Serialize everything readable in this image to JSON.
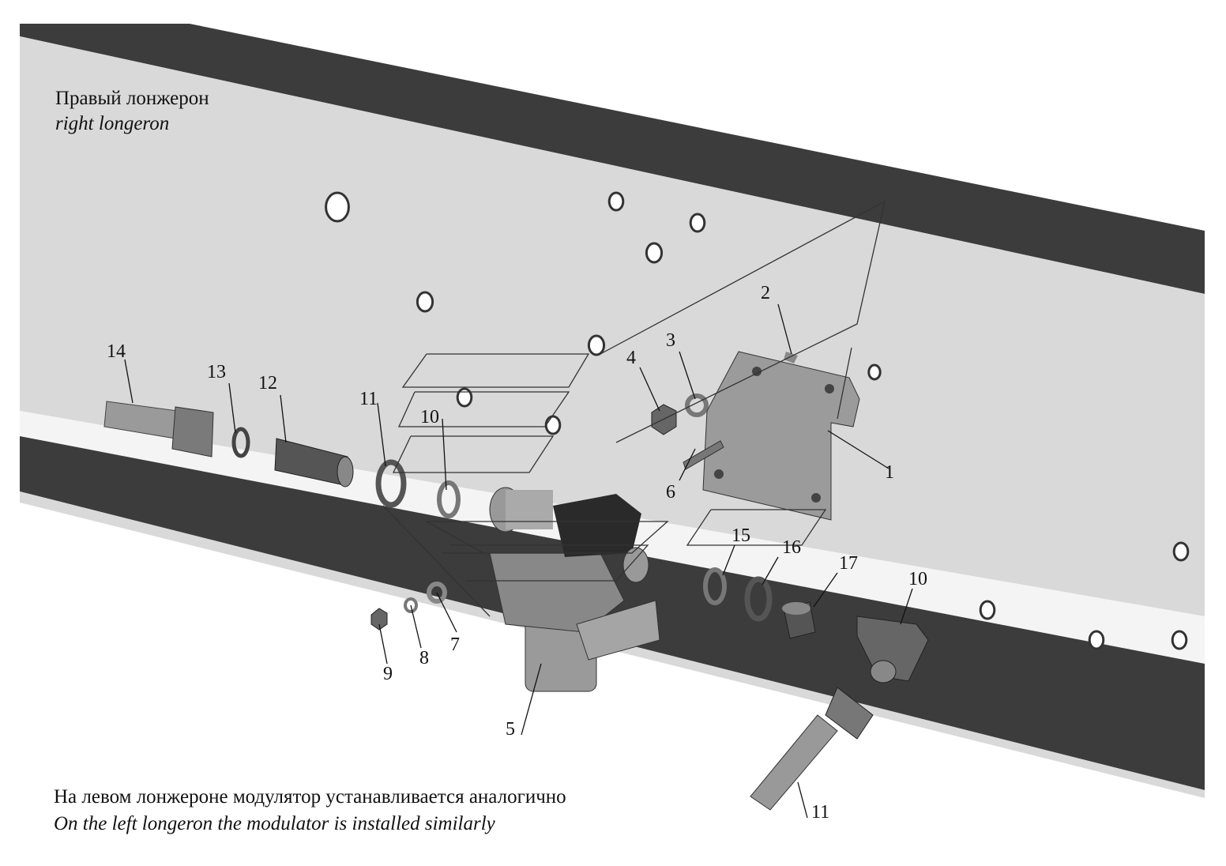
{
  "captions": {
    "top_ru": "Правый лонжерон",
    "top_en": "right longeron",
    "bottom_ru": "На левом лонжероне модулятор устанавливается аналогично",
    "bottom_en": "On the left longeron the modulator is installed similarly"
  },
  "callouts": [
    "1",
    "2",
    "3",
    "4",
    "5",
    "6",
    "7",
    "8",
    "9",
    "10",
    "11",
    "12",
    "13",
    "14",
    "15",
    "16",
    "17",
    "10",
    "11"
  ],
  "colors": {
    "web": "#d9d9d9",
    "flange": "#3c3c3c",
    "edge": "#ffffff",
    "part": "#8a8a8a",
    "dark_part": "#2a2a2a"
  }
}
